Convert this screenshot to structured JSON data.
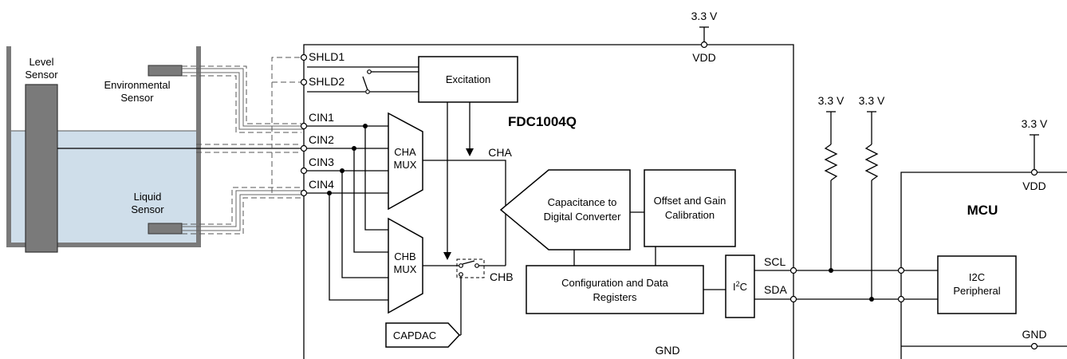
{
  "tank": {
    "level_sensor_line1": "Level",
    "level_sensor_line2": "Sensor",
    "env_sensor_line1": "Environmental",
    "env_sensor_line2": "Sensor",
    "liquid_sensor_line1": "Liquid",
    "liquid_sensor_line2": "Sensor",
    "liquid_color": "#cfdeea",
    "wall_color": "#7a7a7a"
  },
  "chip": {
    "name": "FDC1004Q",
    "pins": [
      "SHLD1",
      "SHLD2",
      "CIN1",
      "CIN2",
      "CIN3",
      "CIN4"
    ],
    "vdd_label": "VDD",
    "supply_label": "3.3 V",
    "gnd_label": "GND",
    "excitation": "Excitation",
    "cha_mux_line1": "CHA",
    "cha_mux_line2": "MUX",
    "chb_mux_line1": "CHB",
    "chb_mux_line2": "MUX",
    "cha_label": "CHA",
    "chb_label": "CHB",
    "cdc_line1": "Capacitance to",
    "cdc_line2": "Digital Converter",
    "cal_line1": "Offset and Gain",
    "cal_line2": "Calibration",
    "regs_line1": "Configuration and Data",
    "regs_line2": "Registers",
    "i2c_main": "I",
    "i2c_sup": "2",
    "i2c_tail": "C",
    "capdac": "CAPDAC",
    "scl": "SCL",
    "sda": "SDA"
  },
  "pullups": {
    "left_supply": "3.3 V",
    "right_supply": "3.3 V"
  },
  "mcu": {
    "name": "MCU",
    "supply": "3.3 V",
    "vdd_label": "VDD",
    "gnd_label": "GND",
    "periph_line1": "I2C",
    "periph_line2": "Peripheral"
  }
}
